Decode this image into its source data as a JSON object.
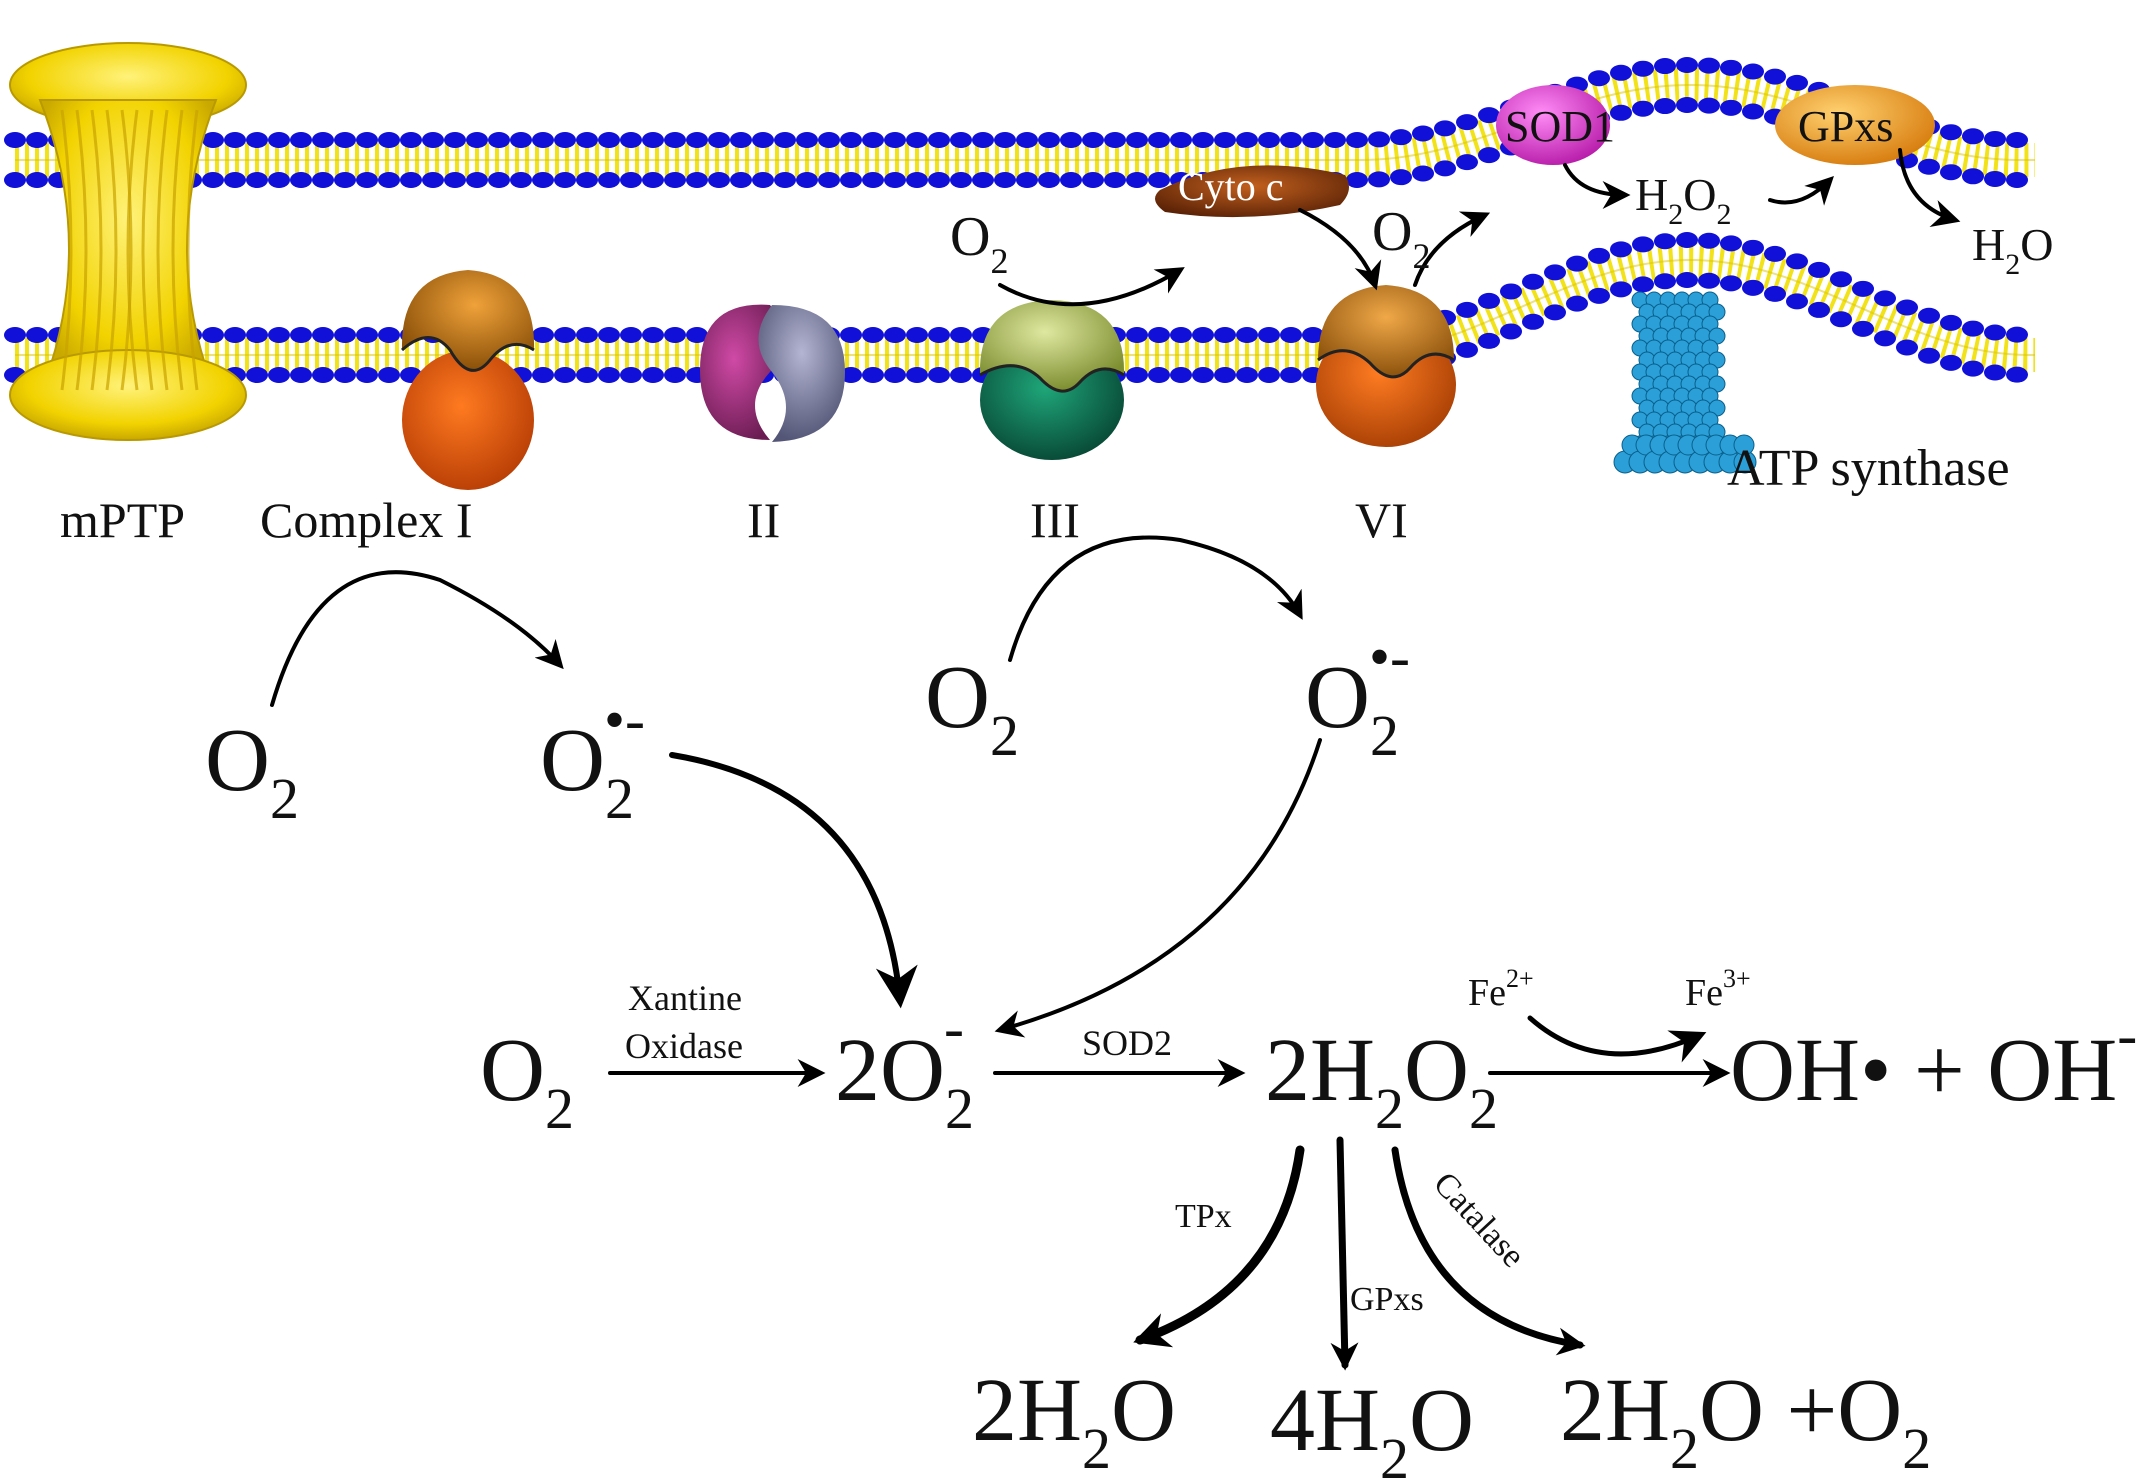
{
  "membrane": {
    "labels": {
      "mptp": "mPTP",
      "complex1": "Complex I",
      "complex2": "II",
      "complex3": "III",
      "complex4": "VI",
      "atp": "ATP synthase",
      "cytoc": "Cyto c",
      "sod1": "SOD1",
      "gpxs_top": "GPxs"
    },
    "top_o2_left": {
      "base": "O",
      "sub": "2"
    },
    "top_o2_right": {
      "base": "O",
      "sub": "2"
    },
    "top_h2o2": {
      "a": "H",
      "s1": "2",
      "b": "O",
      "s2": "2"
    },
    "top_h2o": {
      "a": "H",
      "s1": "2",
      "b": "O"
    }
  },
  "reactions": {
    "o2_a": {
      "base": "O",
      "sub": "2"
    },
    "sup_a": {
      "base": "O",
      "sub": "2",
      "sup": "•-"
    },
    "o2_b": {
      "base": "O",
      "sub": "2"
    },
    "sup_b": {
      "base": "O",
      "sub": "2",
      "sup": "•-"
    },
    "o2_main": {
      "base": "O",
      "sub": "2"
    },
    "xantine": "Xantine",
    "oxidase": "Oxidase",
    "two_o2": {
      "coef": "2O",
      "sub": "2",
      "sup": "-"
    },
    "sod2": "SOD2",
    "h2o2_main": {
      "a": "2H",
      "s1": "2",
      "b": "O",
      "s2": "2"
    },
    "fe2": {
      "base": "Fe",
      "sup": "2+"
    },
    "fe3": {
      "base": "Fe",
      "sup": "3+"
    },
    "oh_product": {
      "a": "OH• + OH",
      "sup": "-"
    },
    "tpx": "TPx",
    "gpxs": "GPxs",
    "catalase": "Catalase",
    "prod1": {
      "a": "2H",
      "s1": "2",
      "b": "O"
    },
    "prod2": {
      "a": "4H",
      "s1": "2",
      "b": "O"
    },
    "prod3": {
      "a": "2H",
      "s1": "2",
      "b": "O +O",
      "s2": "2"
    }
  },
  "colors": {
    "lipid_head": "#1010d8",
    "lipid_tail": "#f2e21a",
    "mptp": "#f2d300",
    "complex1_top": "#b9720f",
    "complex1_bottom": "#e05a0a",
    "complex2_left": "#9a2f7c",
    "complex2_right": "#7d7fa0",
    "complex3_top": "#a9b95a",
    "complex3_bottom": "#0f6a4e",
    "complex4_top": "#c77a1a",
    "complex4_bottom": "#e0600c",
    "cytoc": "#8a3a10",
    "sod1": "#e23ad8",
    "gpxs": "#f4a020",
    "atp": "#2a9fd8"
  }
}
